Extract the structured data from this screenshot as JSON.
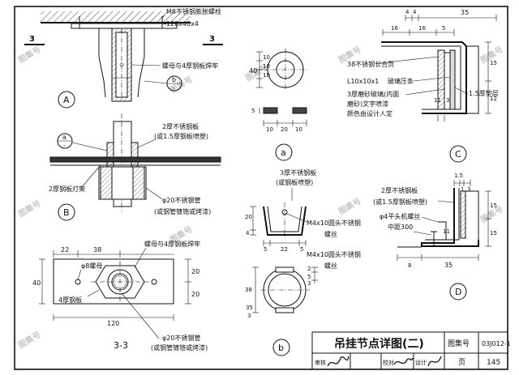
{
  "title": "吊挂节点详图(二)",
  "title_block": {
    "atlas_no_label": "图集号",
    "atlas_no": "03J012-1",
    "page_label": "页",
    "page_no": "145",
    "review_label": "审核",
    "check_label": "校对",
    "design_label": "设计"
  },
  "watermark": "图集号",
  "detail_labels": {
    "A": "A",
    "B": "B",
    "C": "C",
    "D": "D",
    "a": "a",
    "b": "b",
    "section": "3-3",
    "cut": "3"
  },
  "detail_A": {
    "bolt": "M8不锈钢膨胀螺栓",
    "plate": "-120x40x4",
    "weld": "螺母与4厚钢板焊牢",
    "marker_top": "b",
    "marker_bottom": "-"
  },
  "detail_B": {
    "tube_top": "2厚不锈钢板",
    "tube_note": "(或1.5厚钢板喷塑)",
    "frame": "2厚钢板灯架",
    "pipe": "φ20不锈钢管",
    "pipe_note": "(或钢管镀铬或烤漆)",
    "marker_top": "a",
    "marker_bottom": "-"
  },
  "detail_a": {
    "dims_v": [
      "10",
      "10",
      "10",
      "40"
    ],
    "dims_h": [
      "10",
      "20",
      "10"
    ],
    "dim_t": "5"
  },
  "detail_b": {
    "plate": "3厚不锈钢板",
    "plate_note": "(或钢板喷塑)",
    "screw": "M4x10圆头不锈钢",
    "screw2": "螺丝",
    "screw_bottom": "M4x10圆头不锈钢",
    "screw_bottom2": "螺丝",
    "dims_v": [
      "4",
      "20"
    ],
    "dims_h": [
      "5",
      "22",
      "5"
    ],
    "dims_v2": [
      "38",
      "35",
      "3"
    ],
    "dims_v3": [
      "2",
      "5",
      "3"
    ]
  },
  "detail_C": {
    "dims_top": [
      "4",
      "4",
      "35"
    ],
    "dims_top2": [
      "16",
      "16",
      "5"
    ],
    "hinge": "38不锈钢长合页",
    "angle": "L10x10x1",
    "strip": "玻璃压条",
    "glass1": "3厚磨砂玻璃(内面",
    "glass2": "磨砂)文字喷漆",
    "glass3": "颜色由设计人定",
    "pad": "1.5厚垫层",
    "dims_right": [
      "15",
      "12"
    ],
    "dims_mid": [
      "11",
      "3"
    ]
  },
  "detail_D": {
    "dims_top": [
      "1.5",
      "1",
      "3"
    ],
    "plate": "2厚不锈钢板",
    "plate_note": "(或1.5厚钢板喷塑)",
    "screw": "φ4平头机螺丝",
    "spacing": "中距300",
    "dims_right": [
      "15",
      "15"
    ],
    "dims_mid": [
      "11"
    ],
    "dims_bottom": [
      "8",
      "35"
    ]
  },
  "section_33": {
    "weld": "螺母与4厚钢板焊牢",
    "bolt": "φ8螺母",
    "plate": "4厚钢板",
    "dims_top": [
      "22",
      "38"
    ],
    "dim_h": "120",
    "dims_v": [
      "40"
    ],
    "dims_v2": [
      "20",
      "20"
    ],
    "pipe": "φ20不锈钢管",
    "pipe_note": "(或钢管镀铬或烤漆)"
  }
}
